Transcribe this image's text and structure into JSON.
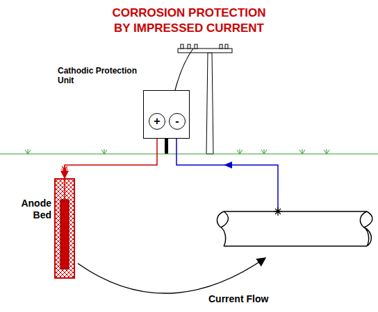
{
  "diagram": {
    "title": "CORROSION PROTECTION BY IMPRESSED CURRENT",
    "nodes": [
      {
        "text": [
          "Cathodic Protection Unit"
        ]
      },
      {
        "text": [
          "+"
        ],
        "in": 0
      },
      {
        "text": [
          "-"
        ],
        "in": 0
      },
      {
        "text": [
          "Anode Bed"
        ]
      }
    ],
    "edges": [
      {
        "from": 1,
        "to": 3,
        "arrow": "to"
      }
    ],
    "labels": [
      "Current Flow"
    ]
  }
}
